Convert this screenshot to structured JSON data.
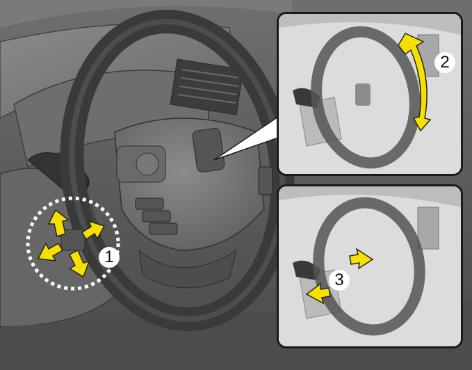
{
  "figure": {
    "subject": "steering wheel tilt and telescopic adjustment",
    "colors": {
      "arrow": "#f5e000",
      "arrow_outline": "#222222",
      "badge_bg": "#ffffff",
      "badge_text": "#111111",
      "inset_border": "#1a1a1a",
      "dashed_circle": "#ffffff"
    },
    "callouts": [
      {
        "id": 1,
        "label": "1",
        "meaning": "release lever"
      },
      {
        "id": 2,
        "label": "2",
        "meaning": "tilt up/down"
      },
      {
        "id": 3,
        "label": "3",
        "meaning": "telescope in/out"
      }
    ],
    "insets": [
      {
        "name": "tilt-inset",
        "badge": "2"
      },
      {
        "name": "telescope-inset",
        "badge": "3"
      }
    ]
  }
}
